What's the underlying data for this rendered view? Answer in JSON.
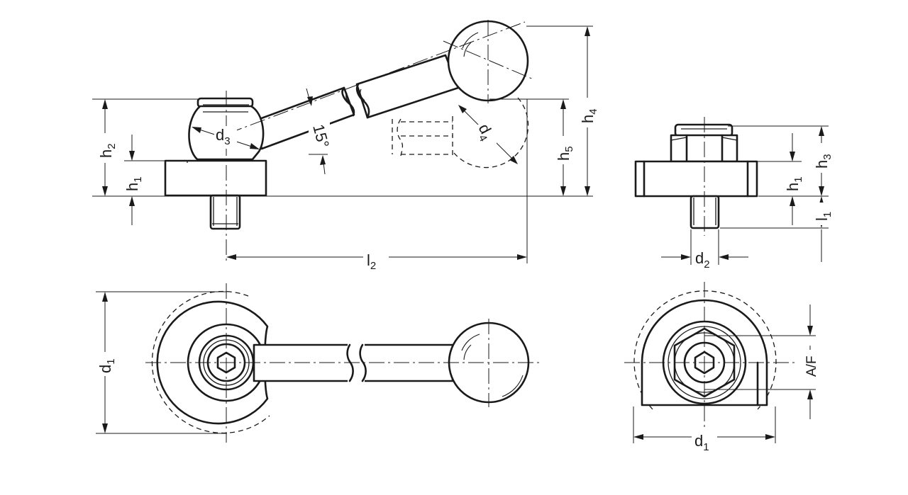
{
  "labels": {
    "h2": {
      "main": "h",
      "sub": "2"
    },
    "h1_left": {
      "main": "h",
      "sub": "1"
    },
    "d3": {
      "main": "d",
      "sub": "3"
    },
    "angle": "15°",
    "d4": {
      "main": "d",
      "sub": "4"
    },
    "h5": {
      "main": "h",
      "sub": "5"
    },
    "h4": {
      "main": "h",
      "sub": "4"
    },
    "l2": {
      "main": "l",
      "sub": "2"
    },
    "h3": {
      "main": "h",
      "sub": "3"
    },
    "h1_right": {
      "main": "h",
      "sub": "1"
    },
    "l1": {
      "main": "l",
      "sub": "1"
    },
    "d2": {
      "main": "d",
      "sub": "2"
    },
    "d1_left": {
      "main": "d",
      "sub": "1"
    },
    "af": "A/F",
    "d1_right": {
      "main": "d",
      "sub": "1"
    }
  }
}
